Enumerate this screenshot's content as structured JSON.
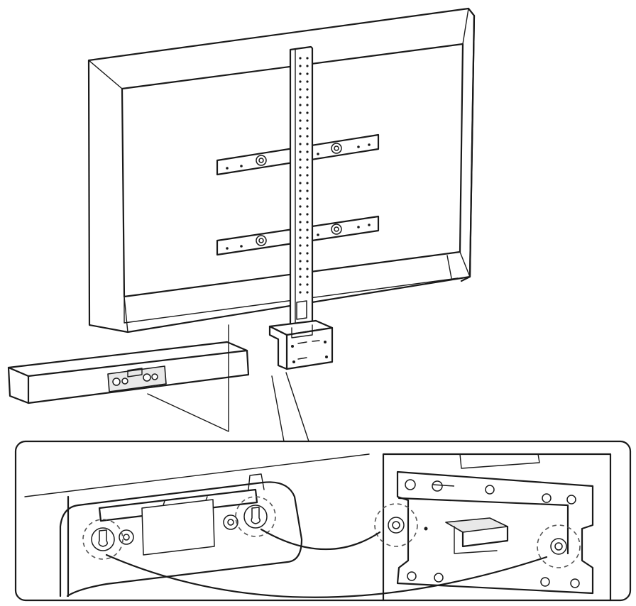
{
  "figure": {
    "description_text": "",
    "colors": {
      "line": "#1a1a1a",
      "fill": "#ffffff",
      "shade": "#e8e8e8"
    },
    "parts": [
      "tv-panel",
      "mounting-bracket",
      "soundbar",
      "detail-inset"
    ]
  }
}
